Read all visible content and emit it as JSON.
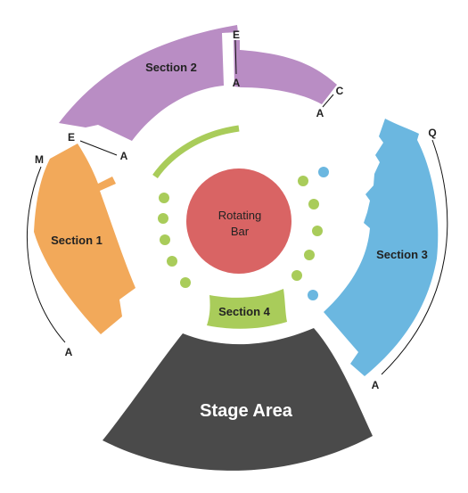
{
  "stage": {
    "label": "Stage Area",
    "color": "#4a4a4a"
  },
  "bar": {
    "label_line1": "Rotating",
    "label_line2": "Bar",
    "color": "#d96464"
  },
  "sections": [
    {
      "id": "section-1",
      "label": "Section 1",
      "color": "#f2a95a"
    },
    {
      "id": "section-2",
      "label": "Section 2",
      "color": "#b98dc4"
    },
    {
      "id": "section-3",
      "label": "Section 3",
      "color": "#6bb7e0"
    },
    {
      "id": "section-4",
      "label": "Section 4",
      "color": "#a9cc5a"
    }
  ],
  "row_labels": {
    "s1_top": "M",
    "s1_bottom": "A",
    "s1_inner_e": "E",
    "s1_inner_a": "A",
    "s2_gap_e": "E",
    "s2_gap_a": "A",
    "s2_right_c": "C",
    "s2_right_a": "A",
    "s3_top": "Q",
    "s3_bottom": "A"
  },
  "seating_colors": {
    "green": "#a9cc5a",
    "blue": "#6bb7e0"
  }
}
